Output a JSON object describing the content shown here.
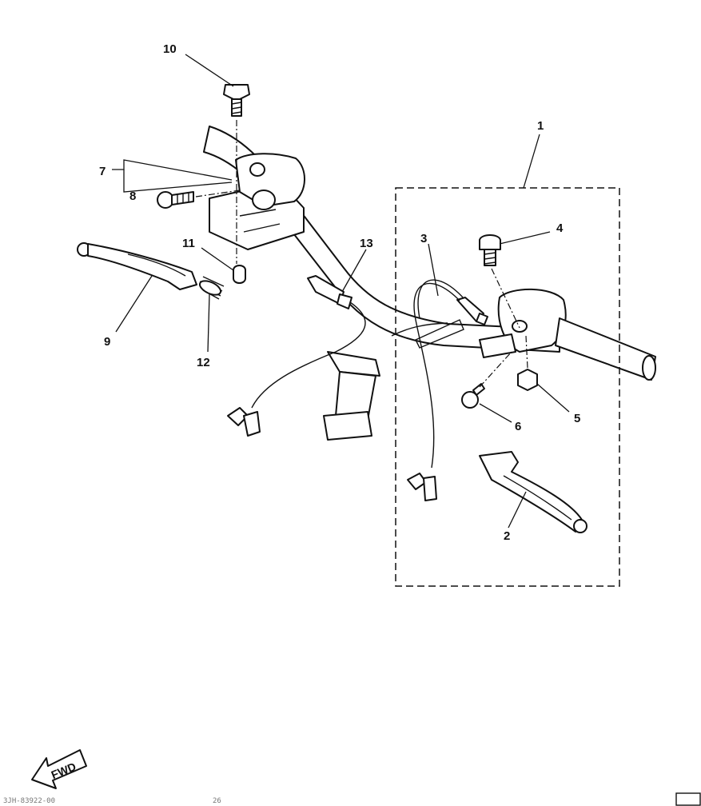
{
  "callouts": [
    {
      "id": "label-10",
      "text": "10"
    },
    {
      "id": "label-1",
      "text": "1"
    },
    {
      "id": "label-7",
      "text": "7"
    },
    {
      "id": "label-8",
      "text": "8"
    },
    {
      "id": "label-11",
      "text": "11"
    },
    {
      "id": "label-13",
      "text": "13"
    },
    {
      "id": "label-3",
      "text": "3"
    },
    {
      "id": "label-4",
      "text": "4"
    },
    {
      "id": "label-9",
      "text": "9"
    },
    {
      "id": "label-12",
      "text": "12"
    },
    {
      "id": "label-5",
      "text": "5"
    },
    {
      "id": "label-6",
      "text": "6"
    },
    {
      "id": "label-2",
      "text": "2"
    }
  ],
  "fwd_arrow": {
    "text": "FWD",
    "icon": "fwd-arrow-icon"
  },
  "footer": {
    "code": "3JH-83922-00",
    "page": "26"
  }
}
